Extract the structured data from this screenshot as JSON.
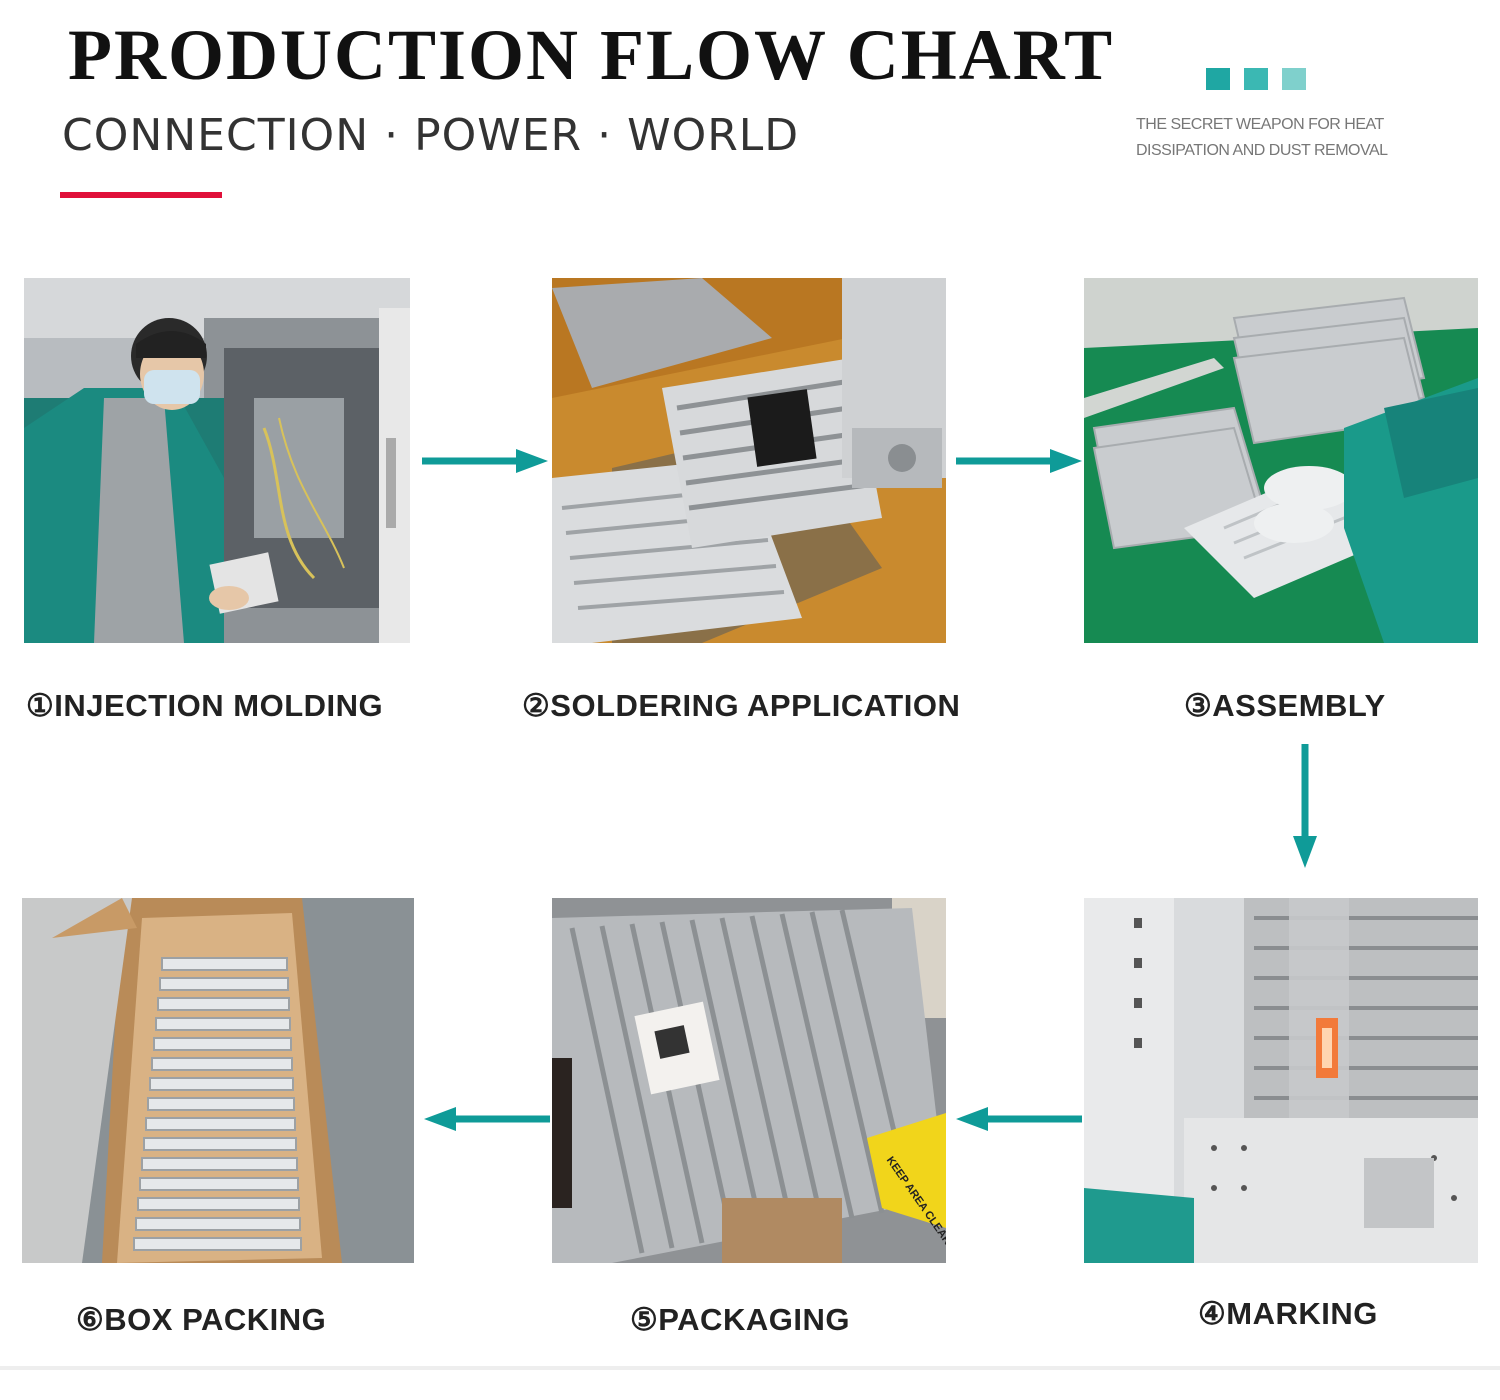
{
  "header": {
    "title": "PRODUCTION FLOW CHART",
    "subtitle": "CONNECTION · POWER · WORLD",
    "tagline_line1": "THE SECRET WEAPON FOR HEAT",
    "tagline_line2": "DISSIPATION AND DUST REMOVAL"
  },
  "colors": {
    "accent_teal": "#0f9b98",
    "square_1": "#1fa7a3",
    "square_2": "#3bb8b3",
    "square_3": "#7fd0cc",
    "accent_red": "#e0103a"
  },
  "steps": [
    {
      "label": "①INJECTION MOLDING",
      "photo": "worker holding molded vent grille"
    },
    {
      "label": "②SOLDERING APPLICATION",
      "photo": "grilles on orange fixture plates"
    },
    {
      "label": "③ASSEMBLY",
      "photo": "gloved hands assembling grilles on green belt"
    },
    {
      "label": "④MARKING",
      "photo": "laser marking machine"
    },
    {
      "label": "⑤PACKAGING",
      "photo": "grille in plastic bag with parts"
    },
    {
      "label": "⑥BOX PACKING",
      "photo": "grilles stacked in cardboard box"
    }
  ],
  "photo_sign_text": "KEEP AREA CLEAR"
}
